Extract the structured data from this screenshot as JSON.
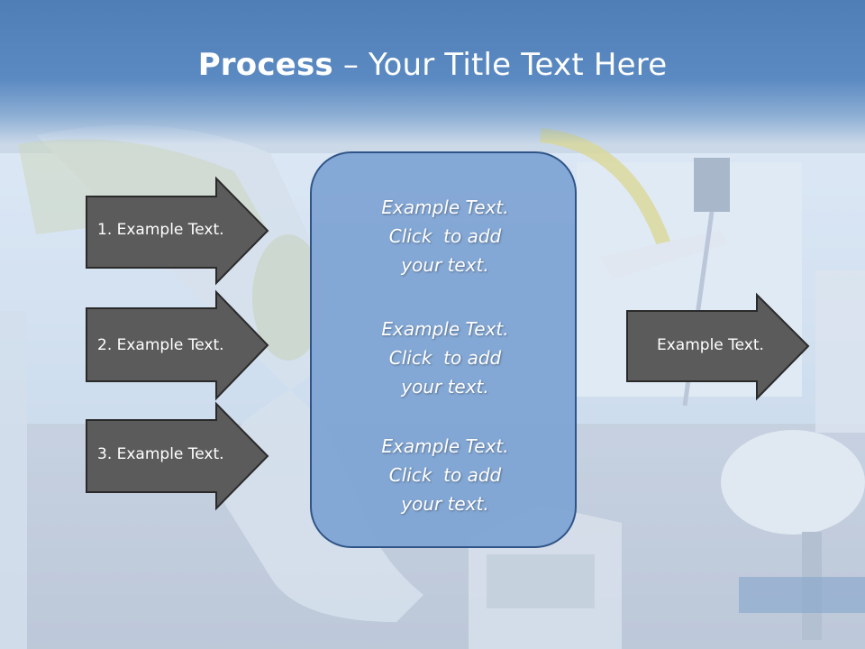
{
  "title": {
    "bold": "Process",
    "rest": " – Your Title Text Here"
  },
  "left_arrows": [
    {
      "label": "1. Example Text."
    },
    {
      "label": "2. Example Text."
    },
    {
      "label": "3. Example Text."
    }
  ],
  "right_arrow": {
    "label": "Example Text."
  },
  "center_box": {
    "paragraphs": [
      {
        "lines": [
          "Example Text.",
          "Click  to add",
          "your text."
        ]
      },
      {
        "lines": [
          "Example Text.",
          "Click  to add",
          "your text."
        ]
      },
      {
        "lines": [
          "Example Text.",
          "Click  to add",
          "your text."
        ]
      }
    ]
  },
  "colors": {
    "arrow_fill": "#5b5b5b",
    "arrow_border": "#2a2a2a",
    "box_fill": "#7ea4d3",
    "box_border": "#2f5487",
    "title_band": "#4f7db6"
  }
}
